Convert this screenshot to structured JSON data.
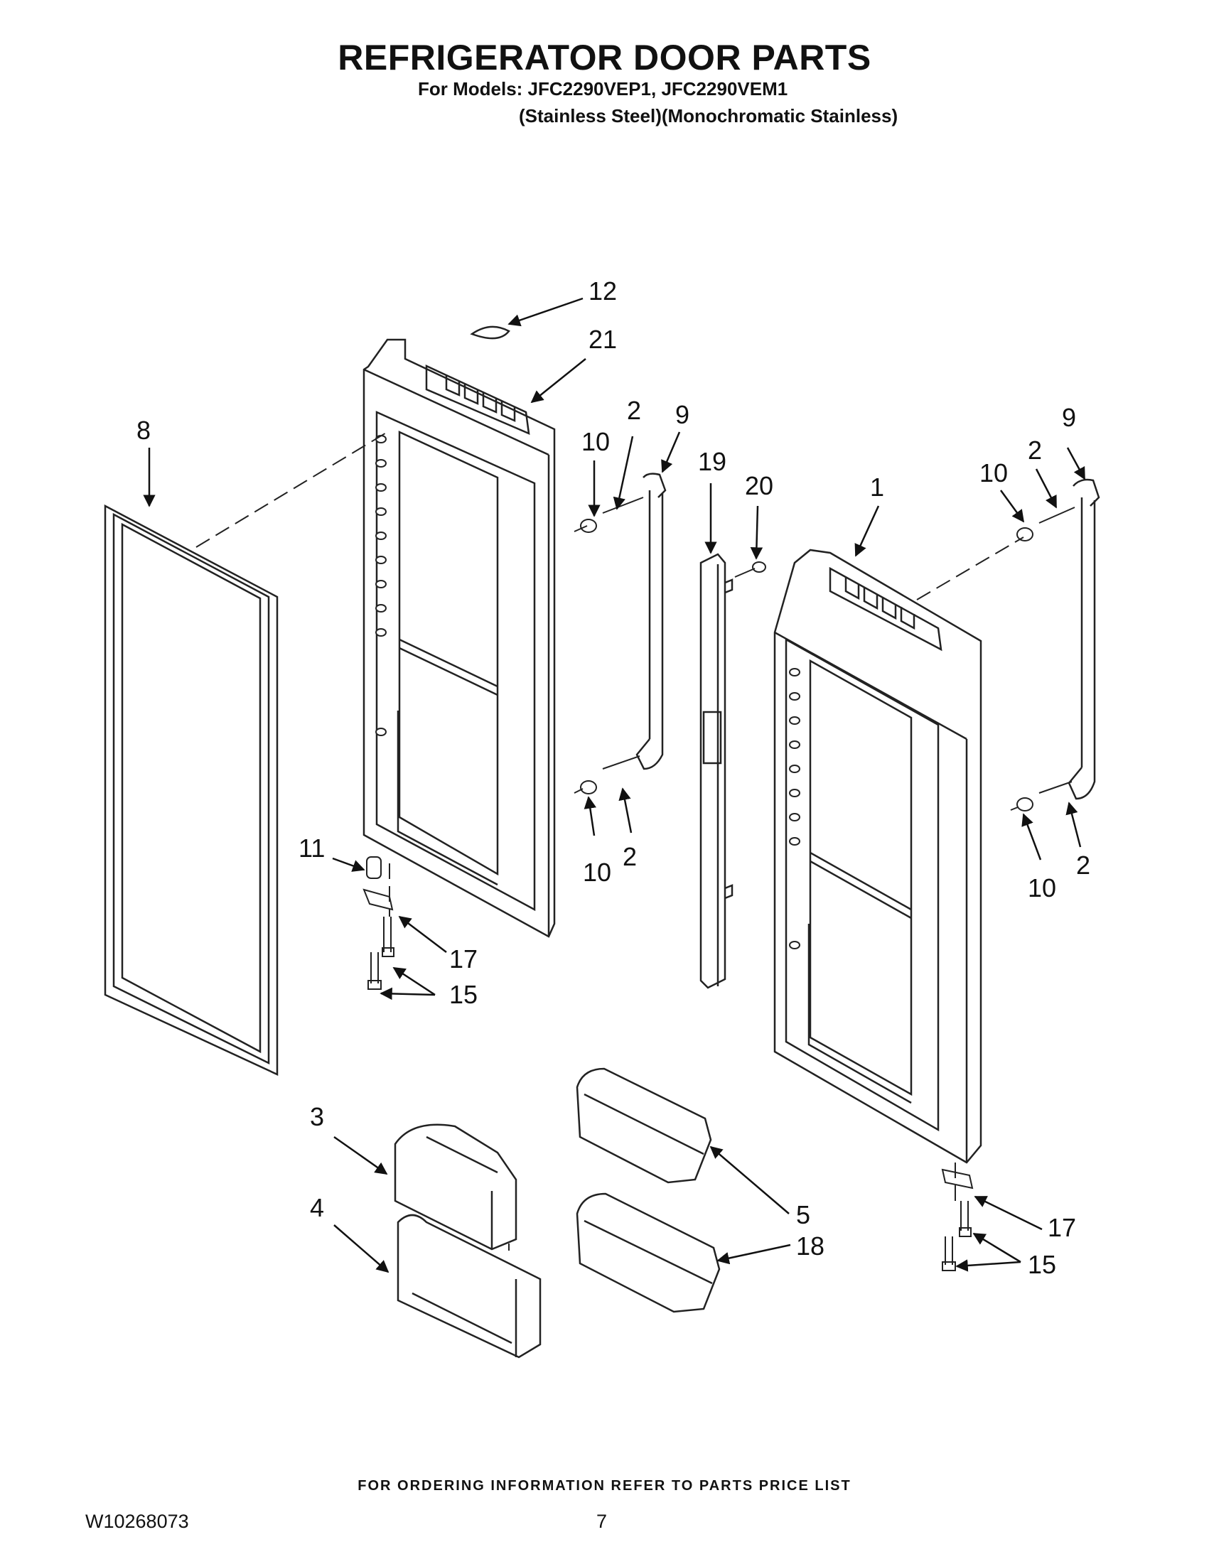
{
  "header": {
    "title": "REFRIGERATOR DOOR PARTS",
    "models": "For Models: JFC2290VEP1, JFC2290VEM1",
    "finish": "(Stainless Steel)(Monochromatic Stainless)"
  },
  "callouts": [
    "12",
    "21",
    "8",
    "10",
    "2",
    "9",
    "19",
    "20",
    "1",
    "10",
    "2",
    "9",
    "11",
    "10",
    "2",
    "17",
    "15",
    "10",
    "2",
    "3",
    "5",
    "4",
    "18",
    "17",
    "15"
  ],
  "footer": {
    "ordering_note": "FOR ORDERING INFORMATION REFER TO PARTS PRICE LIST",
    "document_number": "W10268073",
    "page_number": "7"
  }
}
